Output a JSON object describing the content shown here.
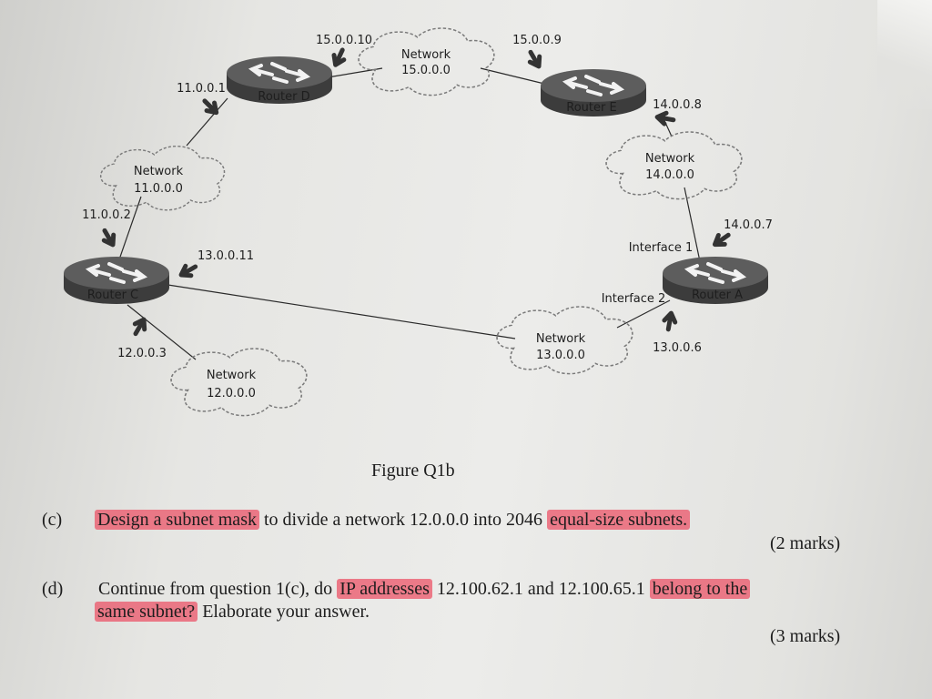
{
  "figure": {
    "caption": "Figure Q1b",
    "routers": {
      "a": "Router A",
      "c": "Router C",
      "d": "Router D",
      "e": "Router E"
    },
    "networks": {
      "n11": {
        "title": "Network",
        "address": "11.0.0.0"
      },
      "n12": {
        "title": "Network",
        "address": "12.0.0.0"
      },
      "n13": {
        "title": "Network",
        "address": "13.0.0.0"
      },
      "n14": {
        "title": "Network",
        "address": "14.0.0.0"
      },
      "n15": {
        "title": "Network",
        "address": "15.0.0.0"
      }
    },
    "ips": {
      "d_15": "15.0.0.10",
      "e_15": "15.0.0.9",
      "d_11": "11.0.0.1",
      "e_14": "14.0.0.8",
      "c_11": "11.0.0.2",
      "c_13": "13.0.0.11",
      "a_14": "14.0.0.7",
      "c_12": "12.0.0.3",
      "a_13": "13.0.0.6"
    },
    "interfaces": {
      "if1": "Interface 1",
      "if2": "Interface 2"
    }
  },
  "questions": {
    "c": {
      "letter": "(c)",
      "highlight1": "Design a subnet mask",
      "text1": " to divide a network 12.0.0.0 into 2046 ",
      "highlight2": "equal-size subnets.",
      "marks": "(2 marks)"
    },
    "d": {
      "letter": "(d)",
      "text1": "Continue from question 1(c), do ",
      "highlight1": "IP addresses",
      "text2": " 12.100.62.1 and 12.100.65.1 ",
      "highlight2": "belong to the",
      "highlight3": "same subnet?",
      "text3": " Elaborate your answer.",
      "marks": "(3 marks)"
    }
  },
  "colors": {
    "highlight": "#ec4e62",
    "router_body": "#4a4a4a",
    "ink": "#1d1d1d"
  }
}
